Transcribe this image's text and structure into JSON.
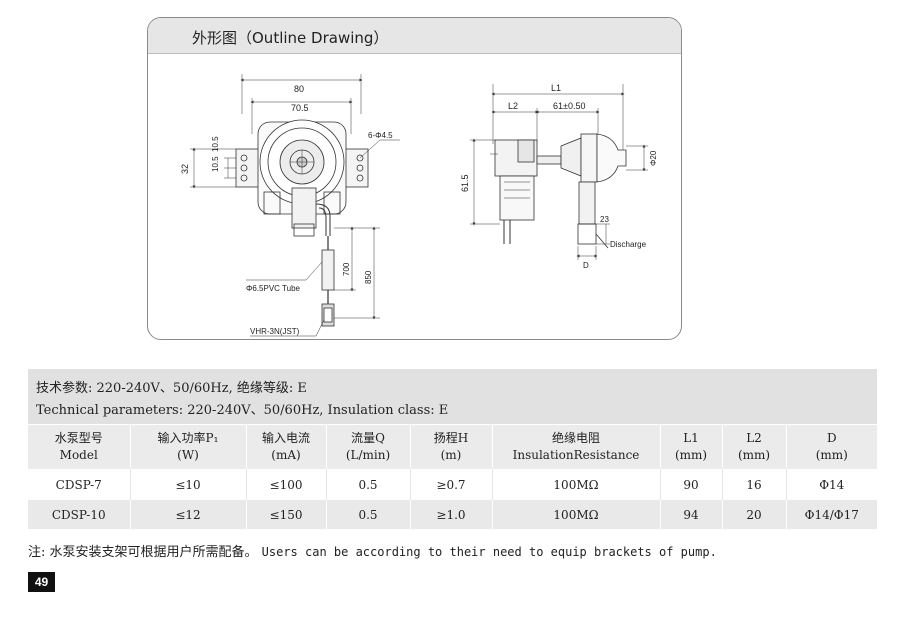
{
  "drawing": {
    "title": "外形图（Outline Drawing）",
    "front_view": {
      "dim_width": "80",
      "dim_inner_width": "70.5",
      "dim_height": "32",
      "dim_slot": "10.5",
      "dim_slot2": "10.5",
      "dim_holes": "6-Φ4.5",
      "dim_lead_short": "700",
      "dim_lead_long": "850",
      "tube_label": "Φ6.5PVC Tube",
      "connector_label": "VHR-3N(JST)"
    },
    "side_view": {
      "dim_total_length": "L1",
      "dim_l2": "L2",
      "dim_body": "61±0.50",
      "dim_height": "61.5",
      "dim_outlet": "Φ20",
      "dim_23": "23",
      "dim_d": "D",
      "discharge_label": "Discharge"
    }
  },
  "params": {
    "line_zh": "技术参数: 220-240V、50/60Hz, 绝缘等级: E",
    "line_en": "Technical parameters: 220-240V、50/60Hz, Insulation class: E"
  },
  "table": {
    "headers": [
      {
        "zh": "水泵型号",
        "en": "Model"
      },
      {
        "zh": "输入功率P₁",
        "en": "(W)"
      },
      {
        "zh": "输入电流",
        "en": "(mA)"
      },
      {
        "zh": "流量Q",
        "en": "(L/min)"
      },
      {
        "zh": "扬程H",
        "en": "(m)"
      },
      {
        "zh": "绝缘电阻",
        "en": "InsulationResistance"
      },
      {
        "zh": "L1",
        "en": "(mm)"
      },
      {
        "zh": "L2",
        "en": "(mm)"
      },
      {
        "zh": "D",
        "en": "(mm)"
      }
    ],
    "rows": [
      [
        "CDSP-7",
        "≤10",
        "≤100",
        "0.5",
        "≥0.7",
        "100MΩ",
        "90",
        "16",
        "Φ14"
      ],
      [
        "CDSP-10",
        "≤12",
        "≤150",
        "0.5",
        "≥1.0",
        "100MΩ",
        "94",
        "20",
        "Φ14/Φ17"
      ]
    ]
  },
  "note": {
    "zh": "注: 水泵安装支架可根据用户所需配备。",
    "en": "Users can be according to their need to equip brackets of pump."
  },
  "page_number": "49"
}
